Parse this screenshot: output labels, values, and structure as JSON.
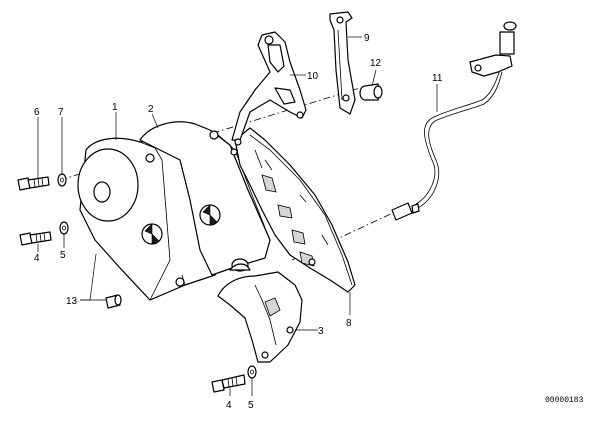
{
  "callouts": {
    "c1": "1",
    "c2": "2",
    "c3": "3",
    "c4a": "4",
    "c4b": "4",
    "c5a": "5",
    "c5b": "5",
    "c6": "6",
    "c7": "7",
    "c8": "8",
    "c9": "9",
    "c10": "10",
    "c11": "11",
    "c12": "12",
    "c13": "13"
  },
  "diagram_code": "00000183"
}
